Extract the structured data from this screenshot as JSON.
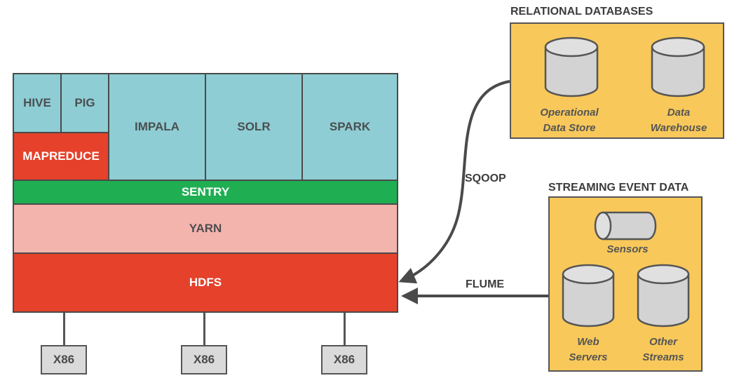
{
  "stack": {
    "hive": "HIVE",
    "pig": "PIG",
    "mapreduce": "MAPREDUCE",
    "impala": "IMPALA",
    "solr": "SOLR",
    "spark": "SPARK",
    "sentry": "SENTRY",
    "yarn": "YARN",
    "hdfs": "HDFS"
  },
  "nodes": [
    "X86",
    "X86",
    "X86"
  ],
  "relational": {
    "heading": "RELATIONAL DATABASES",
    "items": [
      "Operational\nData Store",
      "Data\nWarehouse"
    ]
  },
  "streaming": {
    "heading": "STREAMING EVENT DATA",
    "sensors": "Sensors",
    "items": [
      "Web\nServers",
      "Other\nStreams"
    ]
  },
  "flows": {
    "sqoop": "SQOOP",
    "flume": "FLUME"
  },
  "colors": {
    "teal": "#8ecdd3",
    "red": "#e5412b",
    "green": "#1fae52",
    "pink": "#f4b4ae",
    "panel": "#f8c85a"
  }
}
